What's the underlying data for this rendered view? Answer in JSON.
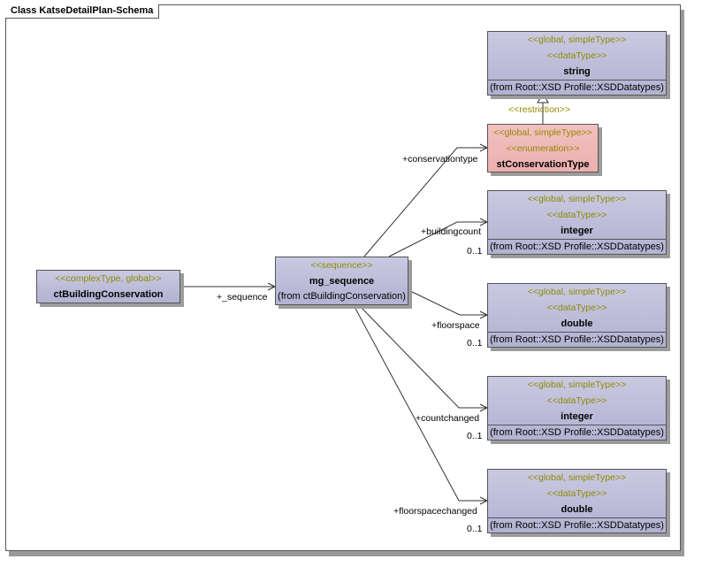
{
  "frame": {
    "title": "Class KatseDetailPlan-Schema"
  },
  "classes": {
    "string_type": {
      "stereotype1": "<<global, simpleType>>",
      "stereotype2": "<<dataType>>",
      "name": "string",
      "from": "(from Root::XSD Profile::XSDDatatypes)"
    },
    "conservation_type": {
      "stereotype1": "<<global, simpleType>>",
      "stereotype2": "<<enumeration>>",
      "name": "stConservationType"
    },
    "integer_type_1": {
      "stereotype1": "<<global, simpleType>>",
      "stereotype2": "<<dataType>>",
      "name": "integer",
      "from": "(from Root::XSD Profile::XSDDatatypes)"
    },
    "double_type_1": {
      "stereotype1": "<<global, simpleType>>",
      "stereotype2": "<<dataType>>",
      "name": "double",
      "from": "(from Root::XSD Profile::XSDDatatypes)"
    },
    "integer_type_2": {
      "stereotype1": "<<global, simpleType>>",
      "stereotype2": "<<dataType>>",
      "name": "integer",
      "from": "(from Root::XSD Profile::XSDDatatypes)"
    },
    "double_type_2": {
      "stereotype1": "<<global, simpleType>>",
      "stereotype2": "<<dataType>>",
      "name": "double",
      "from": "(from Root::XSD Profile::XSDDatatypes)"
    },
    "building_conservation": {
      "stereotype1": "<<complexType, global>>",
      "name": "ctBuildingConservation"
    },
    "mg_sequence": {
      "stereotype1": "<<sequence>>",
      "name": "mg_sequence",
      "from": "(from ctBuildingConservation)"
    }
  },
  "edges": {
    "restriction": "<<restriction>>",
    "sequence_role": "+_sequence",
    "conservationtype_role": "+conservationtype",
    "buildingcount_role": "+buildingcount",
    "buildingcount_mult": "0..1",
    "floorspace_role": "+floorspace",
    "floorspace_mult": "0..1",
    "countchanged_role": "+countchanged",
    "countchanged_mult": "0..1",
    "floorspacechanged_role": "+floorspacechanged",
    "floorspacechanged_mult": "0..1"
  },
  "colors": {
    "class_fill": "#bdbddb",
    "enum_fill": "#f0b8b8",
    "stereotype_text": "#8f8a00",
    "border": "#555555"
  }
}
